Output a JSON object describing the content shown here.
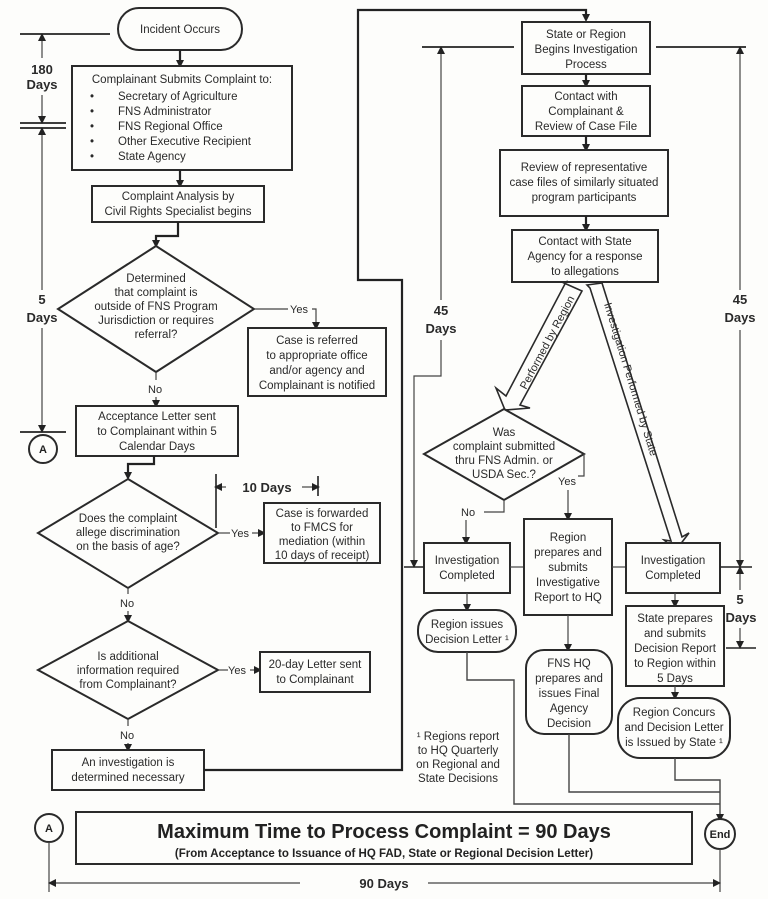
{
  "nodes": {
    "incident": "Incident Occurs",
    "submit_title": "Complainant Submits Complaint to:",
    "submit_items": [
      "Secretary of Agriculture",
      "FNS Administrator",
      "FNS Regional Office",
      "Other Executive Recipient",
      "State Agency"
    ],
    "analysis": [
      "Complaint Analysis by",
      "Civil Rights Specialist begins"
    ],
    "decision_jurisdiction": [
      "Determined",
      "that complaint is",
      "outside of FNS Program",
      "Jurisdiction or requires",
      "referral?"
    ],
    "referred": [
      "Case is referred",
      "to appropriate office",
      "and/or agency and",
      "Complainant is notified"
    ],
    "acceptance": [
      "Acceptance Letter sent",
      "to Complainant within 5",
      "Calendar Days"
    ],
    "decision_age": [
      "Does the complaint",
      "allege discrimination",
      "on the basis of age?"
    ],
    "fmcs": [
      "Case is forwarded",
      "to FMCS for",
      "mediation (within",
      "10 days of receipt)"
    ],
    "decision_info": [
      "Is additional",
      "information required",
      "from Complainant?"
    ],
    "letter20": [
      "20-day Letter sent",
      "to Complainant"
    ],
    "investigation_needed": [
      "An investigation is",
      "determined necessary"
    ],
    "begin_investigation": [
      "State or Region",
      "Begins Investigation",
      "Process"
    ],
    "contact_complainant": [
      "Contact with",
      "Complainant &",
      "Review of Case File"
    ],
    "review_files": [
      "Review of representative",
      "case files of similarly situated",
      "program participants"
    ],
    "contact_state": [
      "Contact with State",
      "Agency for a response",
      "to allegations"
    ],
    "decision_submitted": [
      "Was",
      "complaint submitted",
      "thru FNS Admin. or",
      "USDA Sec.?"
    ],
    "inv_completed_region": [
      "Investigation",
      "Completed"
    ],
    "region_report": [
      "Region",
      "prepares and",
      "submits",
      "Investigative",
      "Report to HQ"
    ],
    "inv_completed_state": [
      "Investigation",
      "Completed"
    ],
    "region_letter": [
      "Region  issues",
      "Decision Letter ¹"
    ],
    "hq_fad": [
      "FNS HQ",
      "prepares and",
      "issues Final",
      "Agency",
      "Decision"
    ],
    "state_report": [
      "State prepares",
      "and submits",
      "Decision Report",
      "to Region within",
      "5 Days"
    ],
    "region_concurs": [
      "Region Concurs",
      "and  Decision Letter",
      "is Issued by State ¹"
    ],
    "footnote": [
      "¹ Regions report",
      "to HQ Quarterly",
      "on Regional and",
      "State Decisions"
    ]
  },
  "labels": {
    "yes": "Yes",
    "no": "No",
    "performed_by_region": "Performed by Region",
    "performed_by_state": "Investigation Performed by State"
  },
  "timeline": {
    "d180_num": "180",
    "d180_unit": "Days",
    "d5_num": "5",
    "d5_unit": "Days",
    "d10": "10 Days",
    "d45_left_num": "45",
    "d45_left_unit": "Days",
    "d45_right_num": "45",
    "d45_right_unit": "Days",
    "d5_right_num": "5",
    "d5_right_unit": "Days",
    "d90": "90 Days"
  },
  "connectors": {
    "a": "A",
    "end": "End"
  },
  "summary": {
    "title": "Maximum Time to Process Complaint = 90 Days",
    "subtitle": "(From Acceptance to Issuance of HQ FAD, State or Regional Decision Letter)"
  }
}
